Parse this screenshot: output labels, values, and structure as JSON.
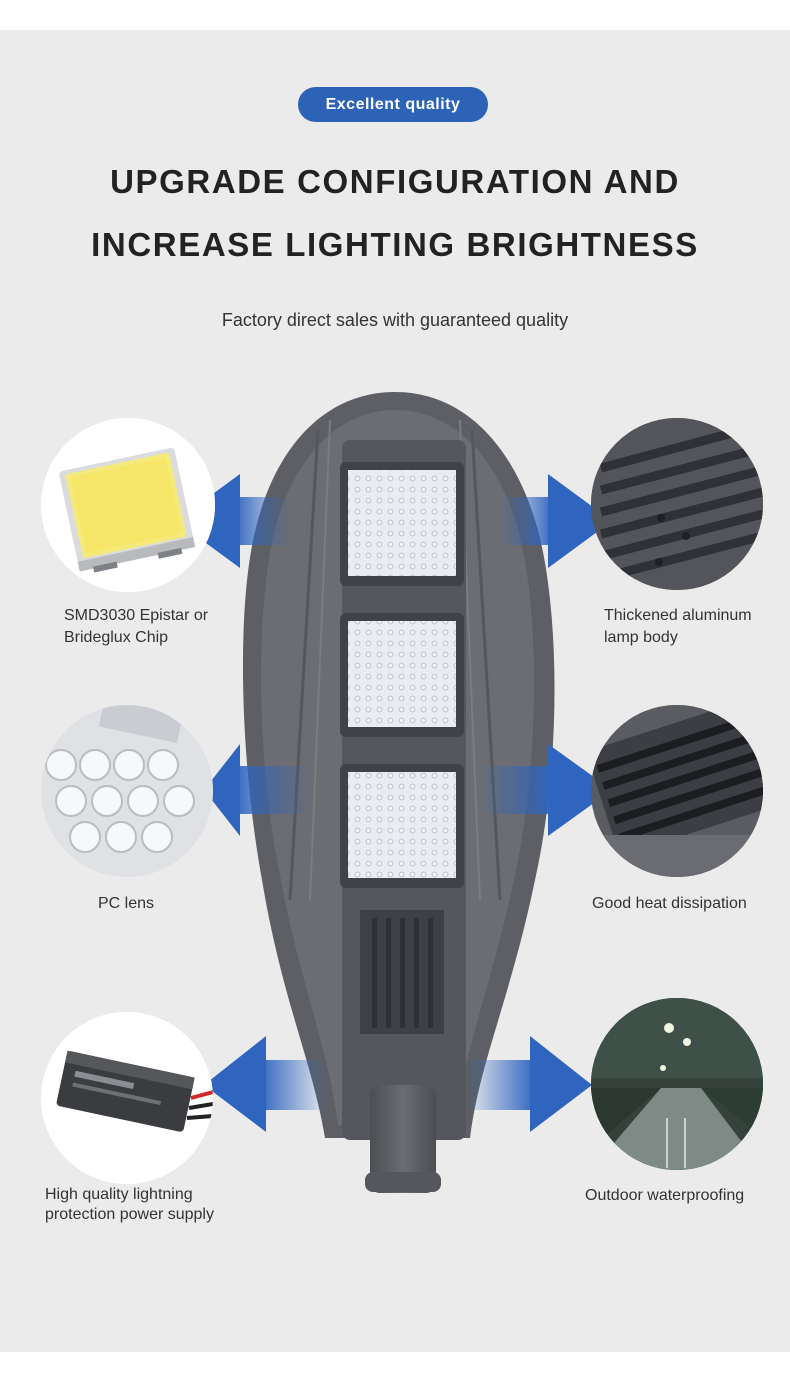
{
  "header": {
    "badge": "Excellent quality",
    "title_line1": "UPGRADE CONFIGURATION AND",
    "title_line2": "INCREASE LIGHTING BRIGHTNESS",
    "subtitle": "Factory direct sales with guaranteed quality"
  },
  "features": {
    "chip": {
      "line1": "SMD3030 Epistar or",
      "line2": "Brideglux Chip",
      "icon": "led-chip-icon"
    },
    "body": {
      "line1": "Thickened aluminum",
      "line2": "lamp body",
      "icon": "aluminum-fins-icon"
    },
    "lens": {
      "line1": "PC lens",
      "icon": "lens-array-icon"
    },
    "heat": {
      "line1": "Good heat dissipation",
      "icon": "heatsink-icon"
    },
    "power": {
      "line1": "High quality lightning",
      "line2": "protection power supply",
      "icon": "led-driver-icon"
    },
    "water": {
      "line1": "Outdoor waterproofing",
      "icon": "rainy-road-icon"
    }
  },
  "colors": {
    "accent": "#2c63b6",
    "background": "#ebebeb",
    "lamp_body": "#5f6166",
    "arrow": "#2f64bf"
  }
}
